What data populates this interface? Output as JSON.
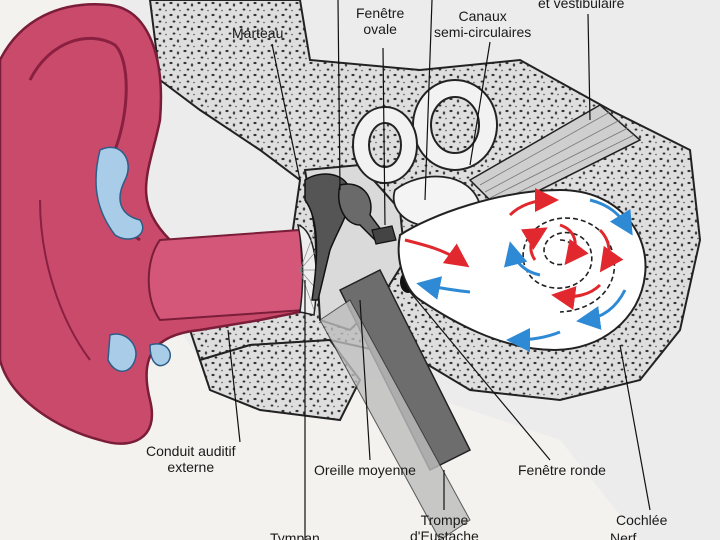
{
  "labels": {
    "marteau": "Marteau",
    "fenetre_ovale_1": "Fenêtre",
    "fenetre_ovale_2": "ovale",
    "canaux_1": "Canaux",
    "canaux_2": "semi-circulaires",
    "vestibulaire": "et vestibulaire",
    "conduit_1": "Conduit auditif",
    "conduit_2": "externe",
    "oreille_moyenne": "Oreille moyenne",
    "fenetre_ronde": "Fenêtre ronde",
    "trompe_1": "Trompe",
    "trompe_2": "d'Eustache",
    "cochlee": "Cochlée",
    "tympan": "Tympan",
    "nerf": "Nerf"
  },
  "colors": {
    "outer_ear": "#c94a6a",
    "skin": "#ecd6d6",
    "bone_fill": "#dcdcdc",
    "fluid": "#a9cde8",
    "arrow_red": "#e0282e",
    "arrow_blue": "#2f8ad6"
  }
}
